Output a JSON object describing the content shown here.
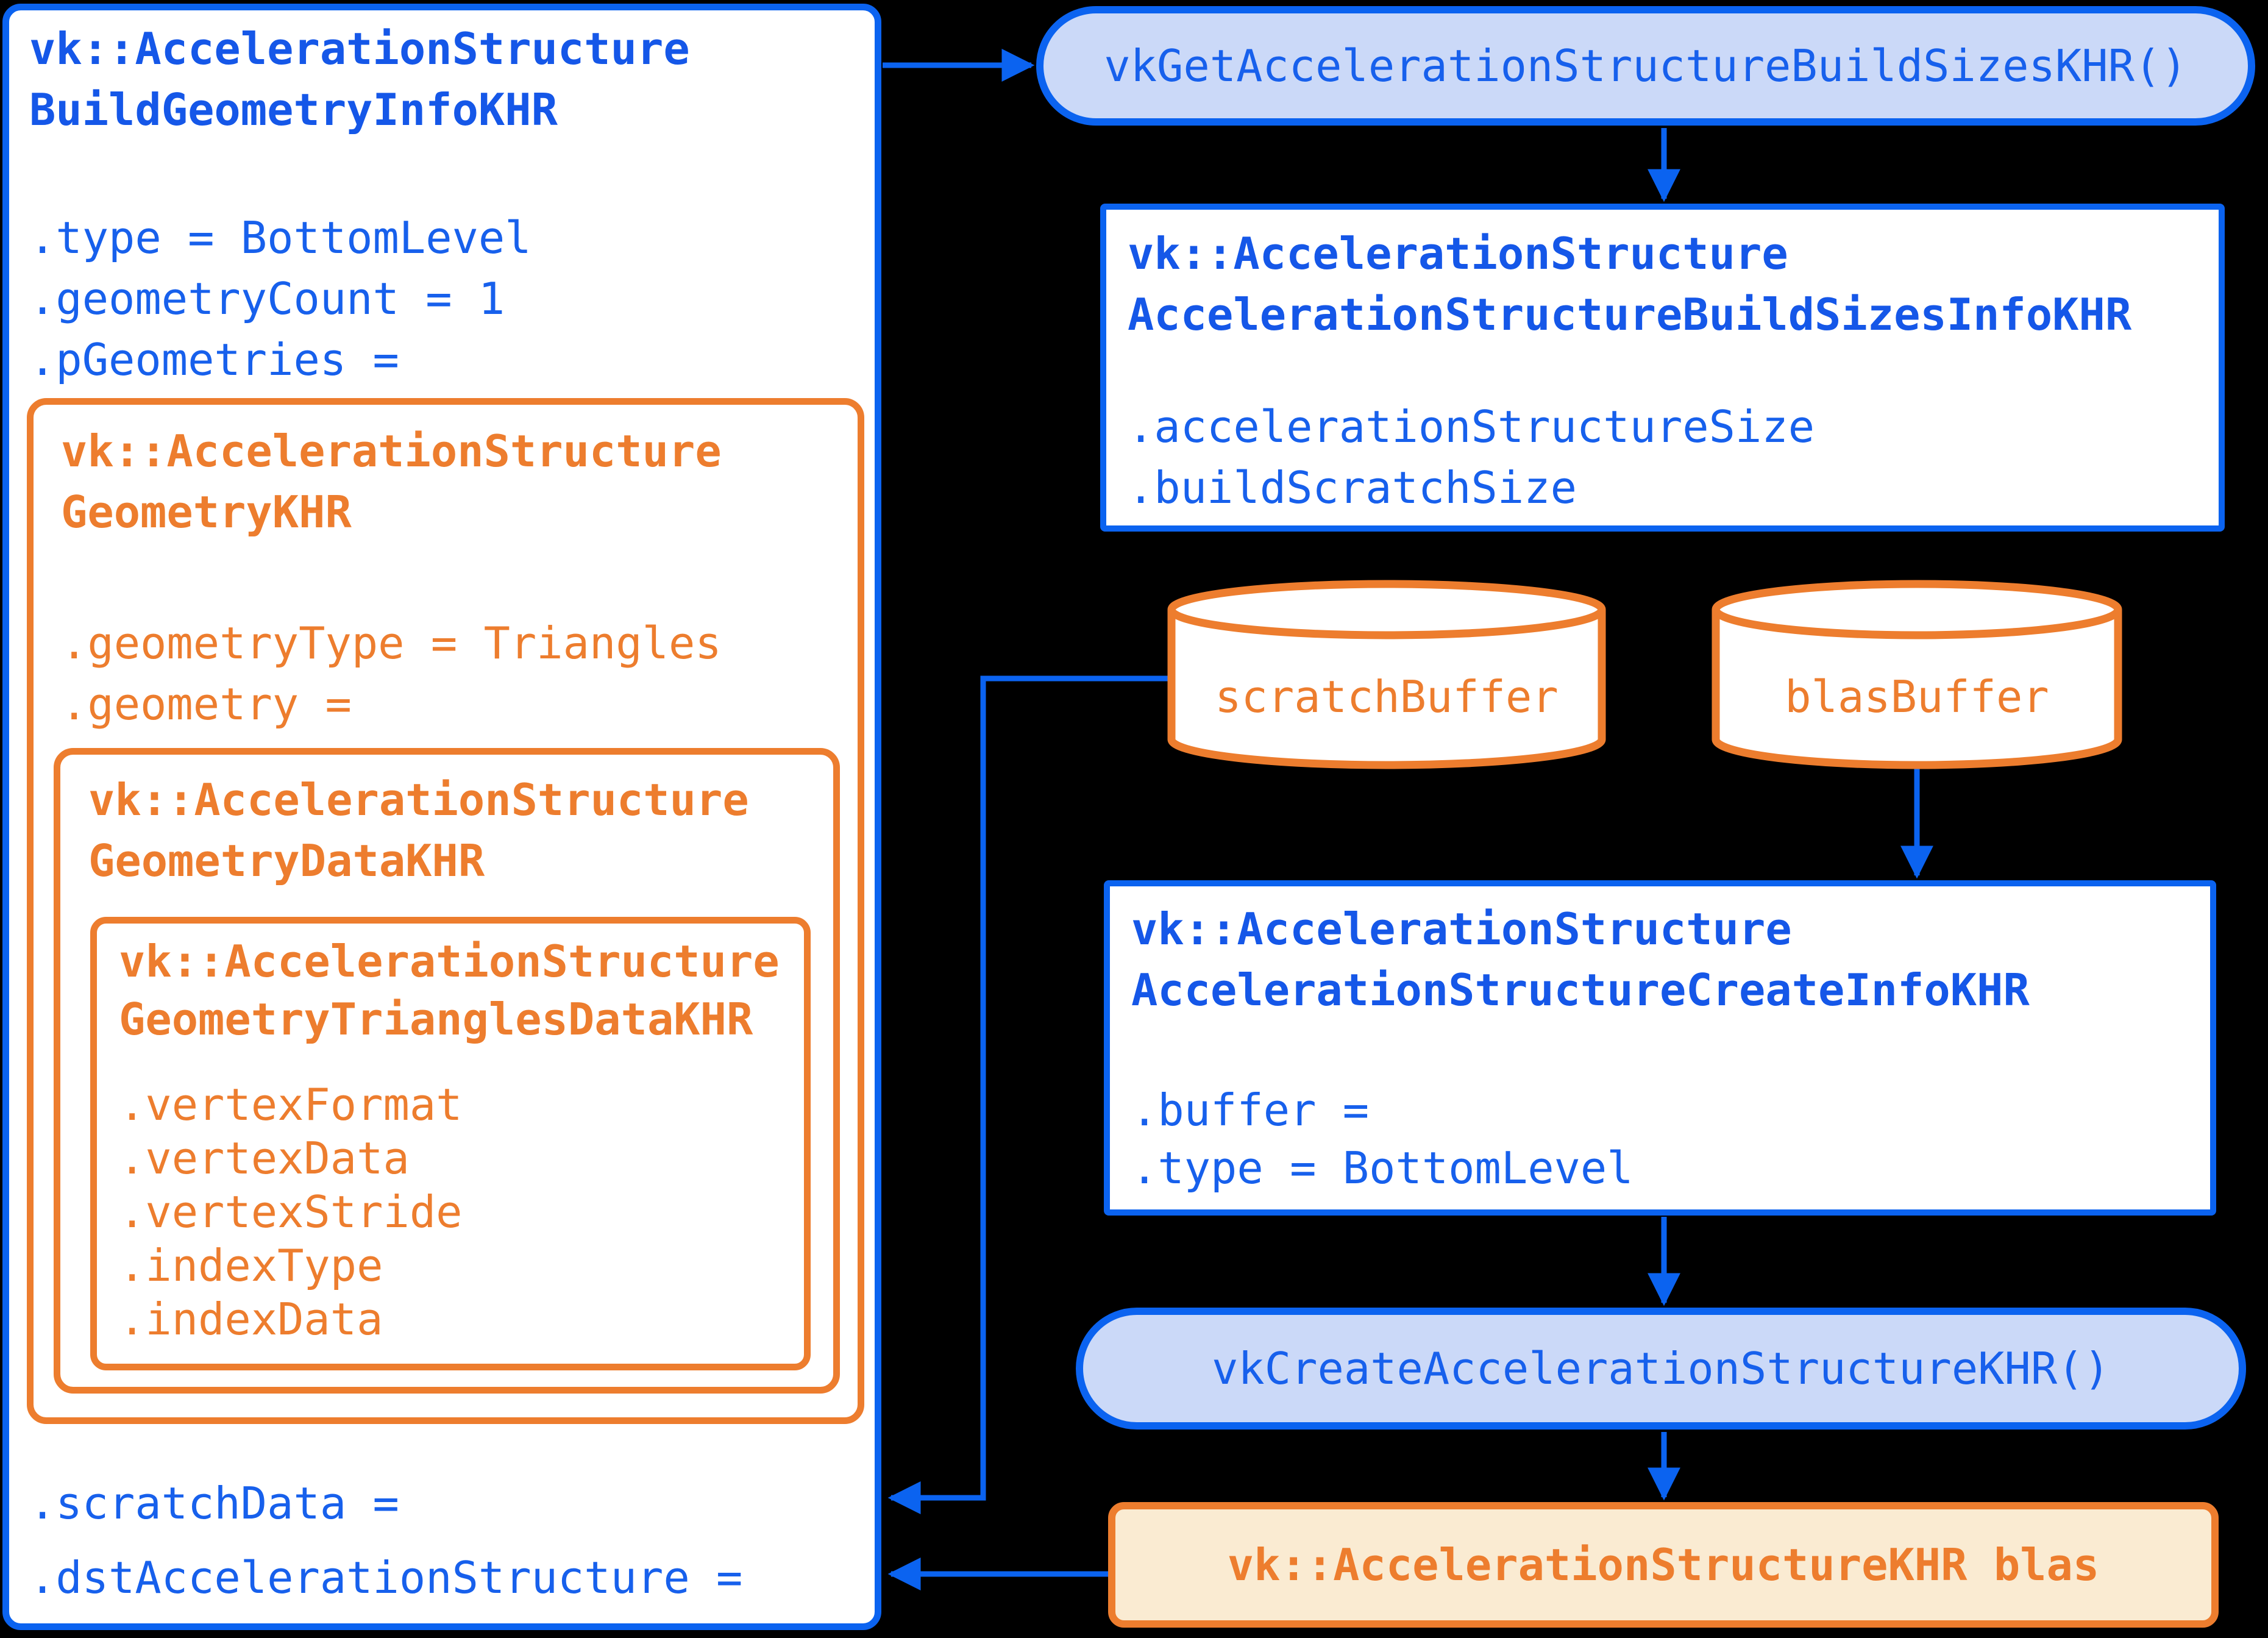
{
  "colors": {
    "background": "#000000",
    "blue_border": "#0B63F0",
    "blue_text": "#1557E8",
    "orange": "#ED7D2E",
    "pill_fill": "#CBD9F8",
    "blas_fill": "#FAEBD2",
    "box_fill": "#FFFFFF"
  },
  "build_geometry_box": {
    "title": "vk::AccelerationStructure\nBuildGeometryInfoKHR",
    "fields": ".type = BottomLevel\n.geometryCount = 1\n.pGeometries =",
    "footer_fields": ".scratchData =\n.dstAccelerationStructure =",
    "geometry_box": {
      "title": "vk::AccelerationStructure\nGeometryKHR",
      "fields": ".geometryType = Triangles\n.geometry =",
      "geometry_data_box": {
        "title": "vk::AccelerationStructure\nGeometryDataKHR",
        "triangles_box": {
          "title": "vk::AccelerationStructure\nGeometryTrianglesDataKHR",
          "fields": ".vertexFormat\n.vertexData\n.vertexStride\n.indexType\n.indexData"
        }
      }
    }
  },
  "get_build_sizes_pill": {
    "label": "vkGetAccelerationStructureBuildSizesKHR()"
  },
  "build_sizes_box": {
    "title": "vk::AccelerationStructure\nAccelerationStructureBuildSizesInfoKHR",
    "fields": ".accelerationStructureSize\n.buildScratchSize"
  },
  "scratch_buffer": {
    "label": "scratchBuffer"
  },
  "blas_buffer": {
    "label": "blasBuffer"
  },
  "create_info_box": {
    "title": "vk::AccelerationStructure\nAccelerationStructureCreateInfoKHR",
    "fields": ".buffer =\n.type = BottomLevel"
  },
  "create_pill": {
    "label": "vkCreateAccelerationStructureKHR()"
  },
  "blas_box": {
    "label": "vk::AccelerationStructureKHR blas"
  }
}
